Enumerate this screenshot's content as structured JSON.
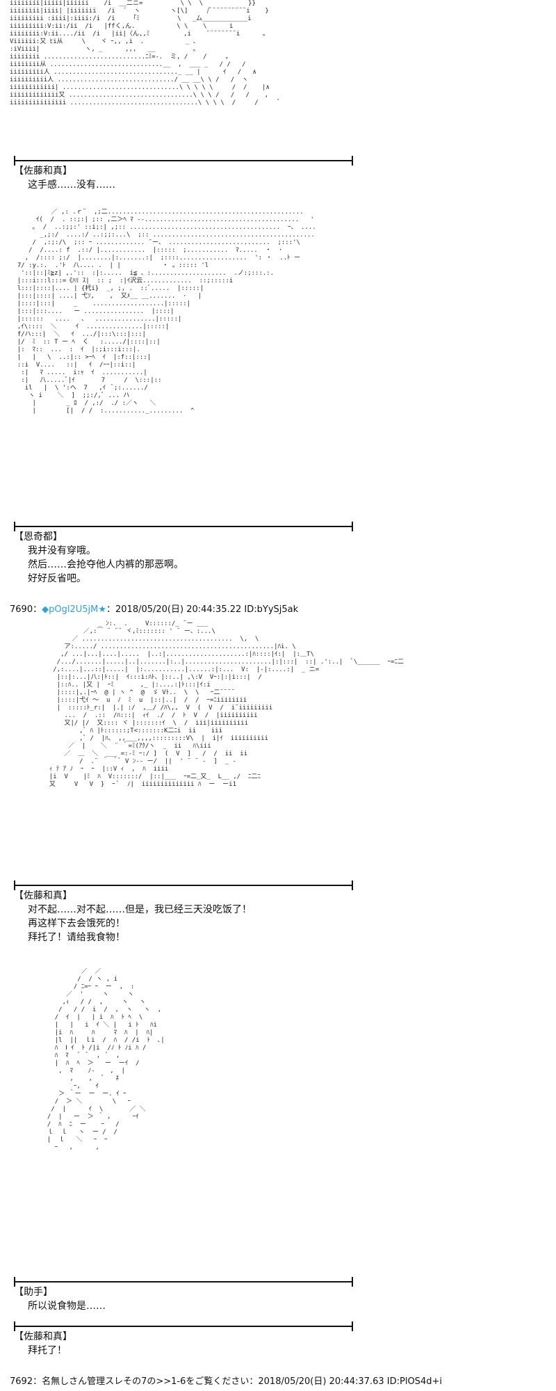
{
  "panels": [
    {
      "art": "iiiiiiii|iiiii|iiiiii    /i  __二ニ=          \\ \\  \\            }}\niiiiiiii|iiii| |iiiiiii   /i  ´  ヽ        ヽ[\\]     /ﾞ¨¨¨¨¨¨¨¨¨i    }\niiiiiiiii :iiii|:iiii:/i  /i    「ﾐ          \\   _ム____________i\niiiiiiiii:V:ii:/ii  /i   |ffく,ん.           \\ \\    \\      i\niiiiiiii:V:ii..../ii  /i   |ii|〈ん,,ﾐ         ,i    ¨¨¨¨¨¨¨¨i      。\nViiiiii:又 ﾋi从     \\    ヾ ｰ,, ,i  .           _ 、\n:iViiii|            ヽ, _      ,,,   __          ｡\niiiiiiii ...........................ﾆﾐ=-.  ミ, /    /     ｡\niiiiiiii从 ..............................__  ,  ___ _   / /   /\niiiiiiiii人 ................................._ __ |      ｲ   /   ∧\niiiiiiiiii人 .............................../ __ __\\ \\ /   /  ヽ\niiiiiiiiiiii| ...............................\\ \\ \\ \\ \\     /  /    |∧\niiiiiiiiiiiii又 .................................\\ \\ \\ /   /   /    ,\niiiiiiiiiiiiiii ..................................\\ \\ \\ \\  /     /     ﾞ",
      "speaker": "【佐藤和真】",
      "lines": [
        "这手感……没有……"
      ]
    },
    {
      "art": "           ／ ,: .ｒ¨  ,;二....................................................      ｀;:::..ハ\n       ｲ(  /  . ::;:| ;:: ,二＞ﾍ ﾏ --.........................................   ':::\\\n      ｡  /  ..:;;:' ::i;:| ,;:: ........................................  ｰ、 ...........  \\:;:'\\\n        _,;:/  ....:/ ..:;;:...\\  ;:: ..................................................  ヽ:::!::\n      /  ,:;:/\\  ;:: ｰ ............. ̄ ー、 ...........................  ;:::'\\\n     /  /....: f  .::/ |............  |:::::  ;...........  ﾏ.....  ・  ･\n    ,  /:::: ;:/  |........|:.......:|  ;::::..................  ': ・  ..ﾄ ー\n  7/ :y.:.  .'ﾄ  八.... .  | |           ・ 。::::: 'l\n   '::|::|ﾐ≧z| ,.'::  :|:.....  i≦ 、:....................  .ノ:;:::.:.\n  |:::i:::l:::=《ﾊﾘ ｽ|  :: ;  :|ｲ沢云.............  ::;:::::i\n  l:::|::::|.... | {杙i}  _, ;, .  ::ﾞ.....  |:::::|\n  |:::|::::| ....| 弋ｿ,    ,  又ﾒ__ __.......  ·   |\n  |::::|:::|     _    ...................|:::::|\n  |:::|:::....   ー ................  |::::|\n  |::::::   ....   、  ................|:::::|\n  ,ｲ\\::::  ＼     ｲ  ...............|:::::|\n  f/ハ:::|  ＼   ｲ  .../|:::\\:::|:::|\n  |/  ﾐ  :: T ー ﾍ  く   :...../|::::|::|\n  |:  ﾏ::  ...  :  ｲ  |:;i:::i:::|.\n  |   |   \\  ..:|:: >ｰﾍ  ｲ  |:f::|:::|\n  ::i  V....   ::|   ｲ  /ｰｰ|::i::|\n   :|   ﾏ .....  i:ｬ  ｲ  ...........|\n   :|   八.....ﾞ|ｲ       7     /  \\:::|::\n    il   |  \\ ':ヘ  7   ,ｲ  ﾞ;:....../\n     ヽ i    ＼  ]  ;;:/,ﾞ ... ハ\n      |        _ ﾛ  / ,:/  ./ :／ヽ   ＼\n      |        [|  / /  :..........._.........  ^",
      "speaker": "【恩奇都】",
      "lines": [
        "我并没有穿哦。",
        "然后……会抢夺他人内裤的那恶啊。",
        "好好反省吧。"
      ]
    },
    {
      "post": {
        "number": "7690",
        "sep": "：",
        "trip": "◆pOgl2U5jM",
        "star": "★",
        "datetime": "：2018/05/20(日) 20:44:35.22 ID:bYySj5ak"
      },
      "art": "               _ ﾝ:.  .  ｀ V::::::/_ ¨ー ___\n           ／,:￣ ¨ ¨¨ ヾ,ﾐ::::::: ' ¨ ー、:...\\\n        ／ ........................................  \\,  \\\n      ア:...../ ..............................................|ﾊi. \\\n     ,/ ...|...|....|.....  |..:|.....................:|ﾊ::::|ｲ:|  |:＿T\\\n    /.../.......|.....|..|.......|:..|.......................|:|:::|  ::| .':..|  ﾞ\\______  ｰ=ﾆ二\n   /,:....|...::|.....|  |:...........|......:|:...  V:  |-|:....:|  _ ニ=\n    |::|:...|八:|ﾄ::|  ｲ:::i:ﾊﾄ、|::..| ,\\:V  Vｰ:|:|i:::|  /\n    |::ﾊ.. |又 |  ｰﾐ       ,_ |:....:|ﾄ:::|ｲ:i\n    |::::|,.|ｰﾍ  @ | ヽ ^  @  ゞ Vﾄ..  \\  \\   ｰ二¨¨¨¨\n    |::::|弋ｲ 〜  u  ﾉ  ﾐ  u  |::|..|  /  /  ｰ=ﾆiiiiiiii\n    |  :::::ﾄ_r:|  |.| :/  ,＿/ /ﾊ\\,,  V  (  V  /  i¨iiiiiiiii\n      ...  /  .::  /ﾊ:::|  ｨｲ  ./  /  ﾄ  V  /  |iiiiiiiiii\n      又|/ |/  又:::: ヾ |:::::::ｲ  \\  /  iii|iiiiiiiiii\n          ,ﾞ ﾊ |ﾄ::::::;T<:::::::K二ﾆi  ii    iii\n          ,ﾞ /  |ﾊ、 ,,___,,,,:::::::::V\\  |  i|ｲ  iiiiiiiiii\n       ／  |    ＼  ¨ ＾=ﾐ(ｱｸ/ヽ  _  ii   ﾊ\\iii\n      ／  ＿  ＼  ___ =:-ﾐ ｰ:/ ]  (  V  ]   /  /  ii  ii\n          /  .¨ ＾ ＾ﾞ V ﾝ-- ー/  ||  ' ¨ ¨ -  ]  _ -\n  ｨ ﾃ ｱ ﾉ  ｰ  ｰ  |::V ｨ  ,  ﾊ  iiii\n  |i  V    |ﾐ  ﾊ  V:::::::/  |::|___  ｰ=二_又_  L__ ,/  ﾆ二ﾆ\n  又     V   V  }  ｰ ﾞ  ﾉ|  iiiiiiiiiiiiii ﾊ  ー  ーi1",
      "speaker": "【佐藤和真】",
      "lines": [
        "对不起……对不起……但是，我已经三天没吃饭了！",
        "再这样下去会饿死的！",
        "拜托了！请给我食物！"
      ]
    },
    {
      "art": "                ／  ／\n               /  / ヽ , i\n              / ﾆ=ｰ ｰ  ー  ,  :\n            ／  '     ヽ     ヽ\n           ,ｨ   / /  ,     ヽ   ヽ\n          /   / /  i  /  ,  ヽ   ヽ  ,\n         /  ｲ  |   | i  ﾊ  ﾄ ﾍ  \\\n         |   |   i  ｲ ＼ |   i ﾄ   ﾊi\n         |i  ﾊ     ﾊ     ﾏ  ﾊ  |  ﾊ|\n         |l  ||  ｌi  /  ﾊ  / /i  ﾄ  ､|\n         ﾊ  Ⅰ ｲ  ﾄ /|i  /ﾉ ﾄ ﾉi ﾊ /\n         ﾊ  ﾏ   ﾞ  ﾞ  ,  ﾞ  ,\n         |  ﾊ  ﾍ  ＞   ー  ーｲ  /\n          ,  ﾏ    ﾉ-    ,  |\n             ,    ,   ﾞ   ﾈ\n              ｰ,    ｲ\n          ＞ ＾ー  ー  ー. ｲ ｰ\n         /  ＞ ＼        \\   ｰ\n        /  |      ｲ  \\       ／ ＼\n       /  |   ー  ＞ ＾ ，     ｰｲ\n       /  ﾊ  ﾆ  ー    ｰ   /\n       ｌ  ｌ   ヽ  ー /  /\n       |  ｌ   ＼   ｰ  ｰ\n         ｰ   ,      ,",
      "speaker": "【助手】",
      "lines": [
        "所以说食物是……"
      ]
    },
    {
      "speaker": "【佐藤和真】",
      "lines": [
        "拜托了！"
      ]
    }
  ],
  "footer_post": {
    "number": "7692",
    "text": "：名無しさん管理スレその7の>>1-6をご覧ください：2018/05/20(日) 20:44:37.63 ID:PlOS4d+i"
  }
}
